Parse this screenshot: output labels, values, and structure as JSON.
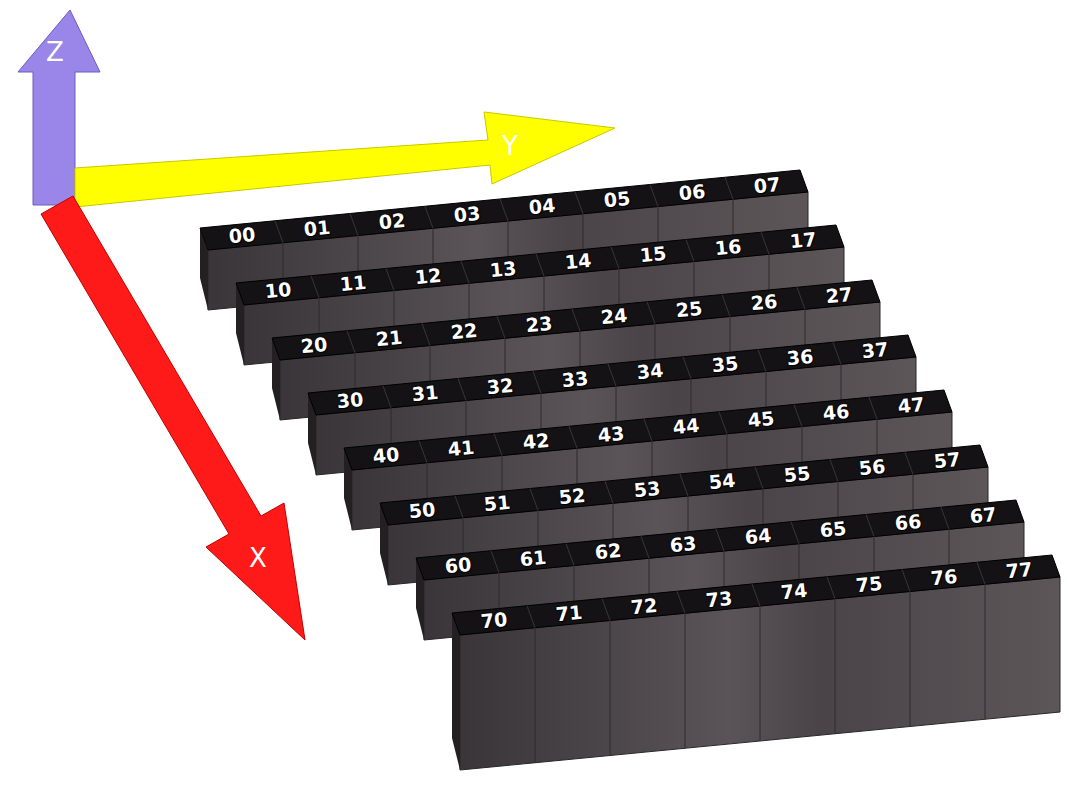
{
  "diagram": {
    "labels": [
      "Z",
      "Y",
      "X",
      "00",
      "01",
      "02",
      "03",
      "04",
      "05",
      "06",
      "07",
      "10",
      "11",
      "12",
      "13",
      "14",
      "15",
      "16",
      "17",
      "20",
      "21",
      "22",
      "23",
      "24",
      "25",
      "26",
      "27",
      "30",
      "31",
      "32",
      "33",
      "34",
      "35",
      "36",
      "37",
      "40",
      "41",
      "42",
      "43",
      "44",
      "45",
      "46",
      "47",
      "50",
      "51",
      "52",
      "53",
      "54",
      "55",
      "56",
      "57",
      "60",
      "61",
      "62",
      "63",
      "64",
      "65",
      "66",
      "67",
      "70",
      "71",
      "72",
      "73",
      "74",
      "75",
      "76",
      "77"
    ]
  }
}
